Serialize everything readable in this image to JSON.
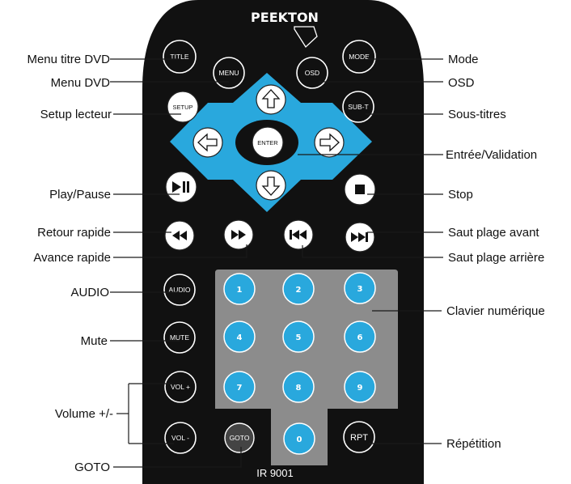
{
  "remote": {
    "brand": "PEEKTON",
    "model": "IR 9001",
    "colors": {
      "body": "#111111",
      "nav": "#29a8dd",
      "keypad": "#8c8c8c",
      "number_key": "#29a8dd"
    }
  },
  "buttons": {
    "title": "TITLE",
    "menu": "MENU",
    "osd": "OSD",
    "mode": "MODE",
    "setup": "SETUP",
    "subt": "SUB-T",
    "enter": "ENTER",
    "audio": "AUDIO",
    "mute": "MUTE",
    "volplus": "VOL +",
    "volminus": "VOL -",
    "goto": "GOTO",
    "rpt": "RPT",
    "numbers": [
      "1",
      "2",
      "3",
      "4",
      "5",
      "6",
      "7",
      "8",
      "9",
      "0"
    ]
  },
  "icons": {
    "play_pause": "play-pause-icon",
    "stop": "stop-icon",
    "rewind": "rewind-icon",
    "forward": "fast-forward-icon",
    "prev": "skip-back-icon",
    "next": "skip-forward-icon",
    "arrows": [
      "arrow-up-icon",
      "arrow-left-icon",
      "arrow-right-icon",
      "arrow-down-icon"
    ]
  },
  "labels": {
    "menu_titre": "Menu titre DVD",
    "menu_dvd": "Menu DVD",
    "setup": "Setup lecteur",
    "play": "Play/Pause",
    "retour": "Retour rapide",
    "avance": "Avance rapide",
    "audio": "AUDIO",
    "mute": "Mute",
    "volume": "Volume +/-",
    "goto": "GOTO",
    "mode": "Mode",
    "osd": "OSD",
    "soustitres": "Sous-titres",
    "entree": "Entrée/Validation",
    "stop": "Stop",
    "saut_avant": "Saut plage avant",
    "saut_arriere": "Saut plage arrière",
    "clavier": "Clavier numérique",
    "repetition": "Répétition"
  }
}
